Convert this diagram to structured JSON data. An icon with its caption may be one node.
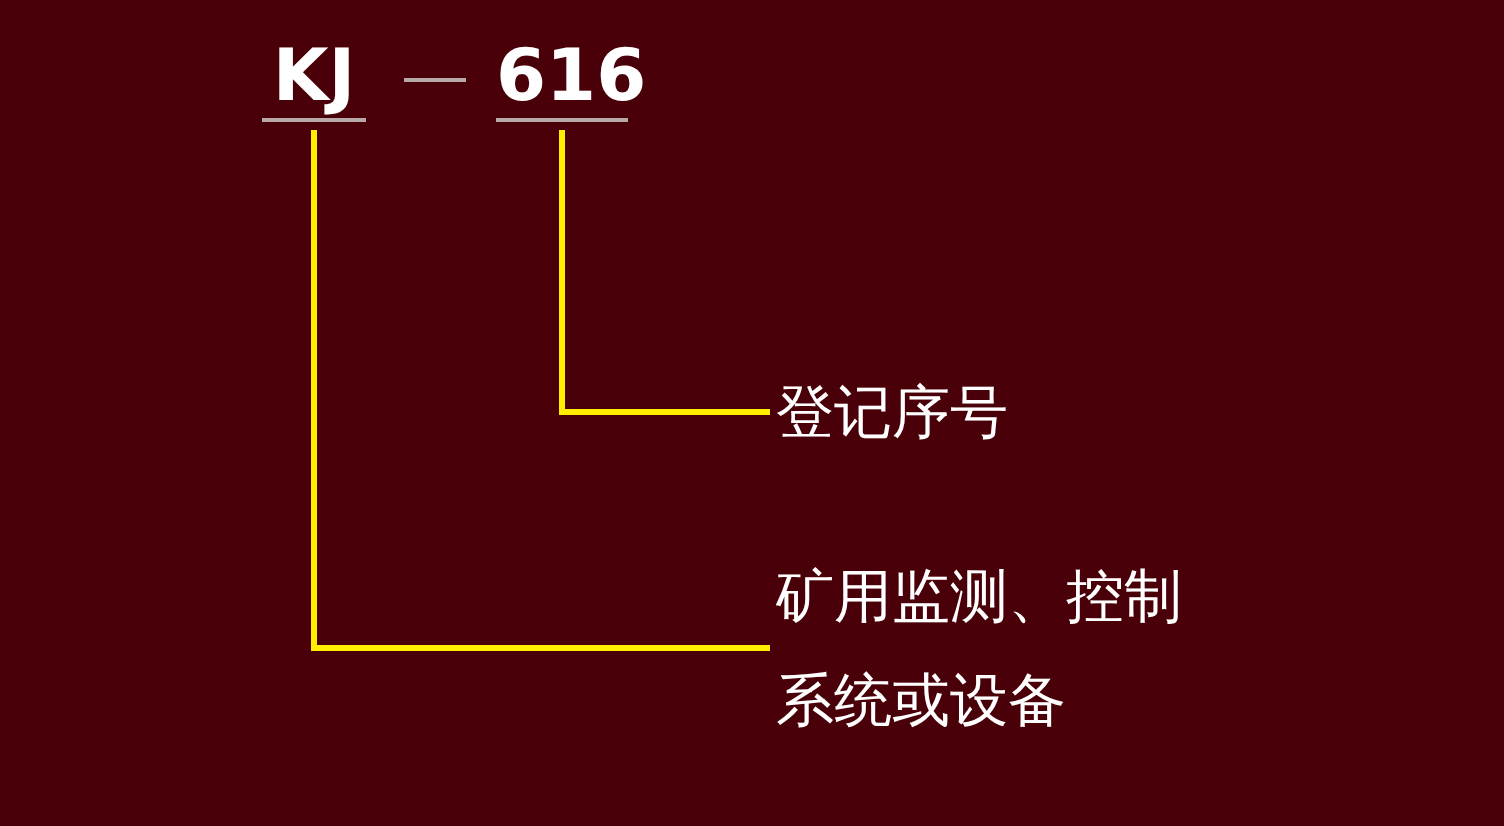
{
  "diagram": {
    "nodes": [
      {
        "text": [
          "KJ"
        ]
      },
      {
        "text": [
          "616"
        ]
      },
      {
        "text": [
          "登记序号"
        ]
      },
      {
        "text": [
          "矿用监测、控制系统或设备"
        ]
      }
    ],
    "edges": [
      {
        "from": 0,
        "to": 3,
        "arrow": "none",
        "color": "#ffee00"
      },
      {
        "from": 1,
        "to": 2,
        "arrow": "none",
        "color": "#ffee00"
      }
    ]
  }
}
